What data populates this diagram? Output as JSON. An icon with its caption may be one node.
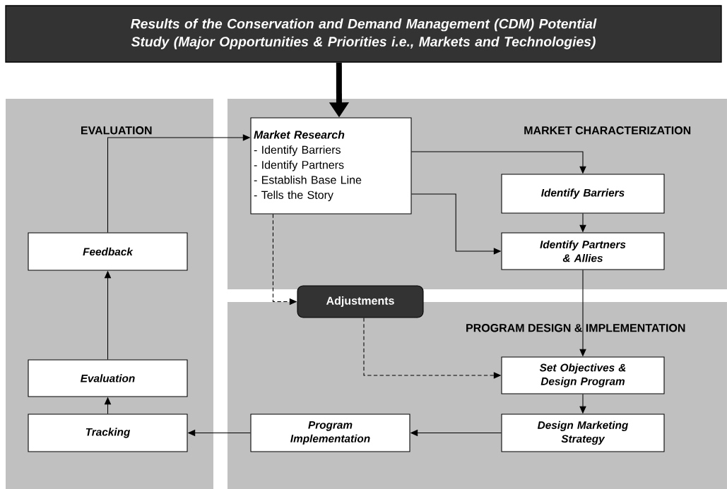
{
  "diagram": {
    "nodes": [
      {
        "text": [
          "Results of the Conservation and Demand Management (CDM) Potential Study (Major Opportunities & Priorities i.e., Markets and Technologies)"
        ]
      },
      {
        "text": [
          "EVALUATION"
        ]
      },
      {
        "text": [
          "MARKET CHARACTERIZATION"
        ]
      },
      {
        "text": [
          "PROGRAM DESIGN & IMPLEMENTATION"
        ]
      },
      {
        "text": [
          "Market Research",
          "- Identify Barriers",
          "- Identify Partners",
          "- Establish Base Line",
          "- Tells the Story"
        ],
        "in": 2
      },
      {
        "text": [
          "Identify Barriers"
        ],
        "in": 2
      },
      {
        "text": [
          "Identify Partners & Allies"
        ],
        "in": 2
      },
      {
        "text": [
          "Adjustments"
        ]
      },
      {
        "text": [
          "Set Objectives & Design Program"
        ],
        "in": 3
      },
      {
        "text": [
          "Design Marketing Strategy"
        ],
        "in": 3
      },
      {
        "text": [
          "Program Implementation"
        ],
        "in": 3
      },
      {
        "text": [
          "Tracking"
        ],
        "in": 1
      },
      {
        "text": [
          "Evaluation"
        ],
        "in": 1
      },
      {
        "text": [
          "Feedback"
        ],
        "in": 1
      }
    ],
    "edges": [
      {
        "from": 0,
        "to": 4,
        "arrow": "to",
        "style": "thick"
      },
      {
        "from": 4,
        "to": 5,
        "arrow": "to"
      },
      {
        "from": 4,
        "to": 6,
        "arrow": "to"
      },
      {
        "from": 5,
        "to": 6,
        "arrow": "to"
      },
      {
        "from": 6,
        "to": 8,
        "arrow": "to"
      },
      {
        "from": 4,
        "to": 7,
        "arrow": "to",
        "style": "dashed"
      },
      {
        "from": 7,
        "to": 8,
        "arrow": "to",
        "style": "dashed"
      },
      {
        "from": 8,
        "to": 9,
        "arrow": "to"
      },
      {
        "from": 9,
        "to": 10,
        "arrow": "to"
      },
      {
        "from": 10,
        "to": 11,
        "arrow": "to"
      },
      {
        "from": 11,
        "to": 12,
        "arrow": "to"
      },
      {
        "from": 12,
        "to": 13,
        "arrow": "to"
      },
      {
        "from": 13,
        "to": 4,
        "arrow": "to"
      }
    ]
  }
}
